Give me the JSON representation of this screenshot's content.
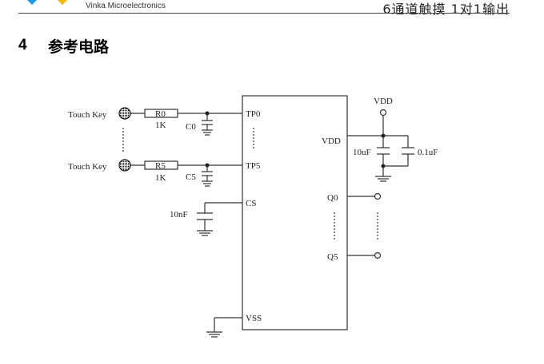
{
  "header": {
    "company": "Vinka Microelectronics",
    "doc_title": "6通道触摸 1对1输出",
    "logo_colors": [
      "#1e9be0",
      "#f5b800"
    ]
  },
  "section": {
    "number": "4",
    "title": "参考电路"
  },
  "diagram": {
    "touch_key_label": "Touch Key",
    "r0": "R0",
    "r5": "R5",
    "r_value": "1K",
    "c0": "C0",
    "c5": "C5",
    "cs_cap": "10nF",
    "pins": {
      "tp0": "TP0",
      "tp5": "TP5",
      "cs": "CS",
      "vss": "VSS",
      "vdd": "VDD",
      "q0": "Q0",
      "q5": "Q5"
    },
    "vdd_supply": "VDD",
    "cap_10uf": "10uF",
    "cap_01uf": "0.1uF"
  }
}
